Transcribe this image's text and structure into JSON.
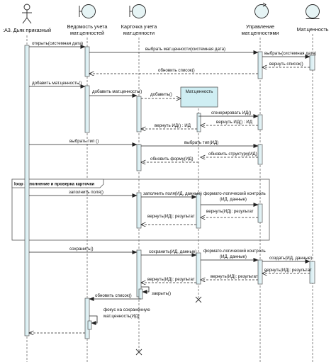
{
  "participants": {
    "actor": ":А3. Дьяк приказный",
    "p1": [
      "Ведомость учета",
      "мат.ценностей"
    ],
    "p2": [
      "Карточка учета",
      "мат.ценности"
    ],
    "p3": [
      "Управление",
      "мат.ценностями"
    ],
    "p4": "Мат.ценность",
    "created": "Мат.ценность"
  },
  "frame": {
    "label": "loop Заполнение и проверка карточки"
  },
  "messages": {
    "m1": "открыть(системная дата)",
    "m2": "выбрать мат.ценности(системная дата)",
    "m3": "выбрать(системная дата)",
    "m4": "вернуть список()",
    "m5": "обновить список()",
    "m6": "добавить мат.ценность()",
    "m7": "добавить мат.ценность()",
    "m8": "добавить()",
    "m9": "сгенерировать ИД()",
    "m10": "вернуть ИД() : ИД",
    "m11": "вернуть ИД() : ИД",
    "m12": "выбрать тип ()",
    "m13": "выбрать тип(ИД)",
    "m14": "обновить структуру(ИД)",
    "m15": "обновить форму(ИД)",
    "m16": "заполнить поля()",
    "m17": "заполнить поля(ИД, данные)",
    "m18a": "формато-логический контроль",
    "m18b": "(ИД, данные)",
    "m19": "вернуть(ИД): результат",
    "m20": "вернуть(ИД): результат",
    "m21": "сохранить()",
    "m22": "сохранить(ИД, данные)",
    "m23a": "формато-логический контроль",
    "m23b": "(ИД, данные)",
    "m24": "создать(ИД, данные)",
    "m25": "вернуть(ИД): результат",
    "m26": "вернуть(ИД): результат",
    "m27": "вернуть(ИД): результат",
    "m28": "закрыть()",
    "m29": "обновить список()",
    "m30a": "фокус на сохраненную",
    "m30b": "мат.ценность(ИД)"
  }
}
